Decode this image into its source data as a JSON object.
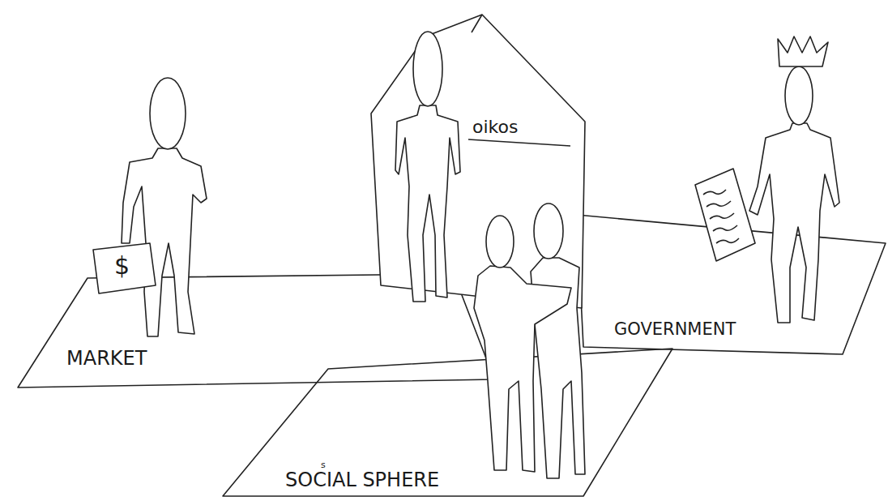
{
  "diagram": {
    "nodes": [
      {
        "text": [
          "oikos"
        ]
      },
      {
        "text": [
          "MARKET"
        ]
      },
      {
        "text": [
          "GOVERNMENT"
        ]
      },
      {
        "text": [
          "SOCIAL SPHERE"
        ]
      }
    ],
    "labels": [
      "$",
      "s"
    ]
  }
}
